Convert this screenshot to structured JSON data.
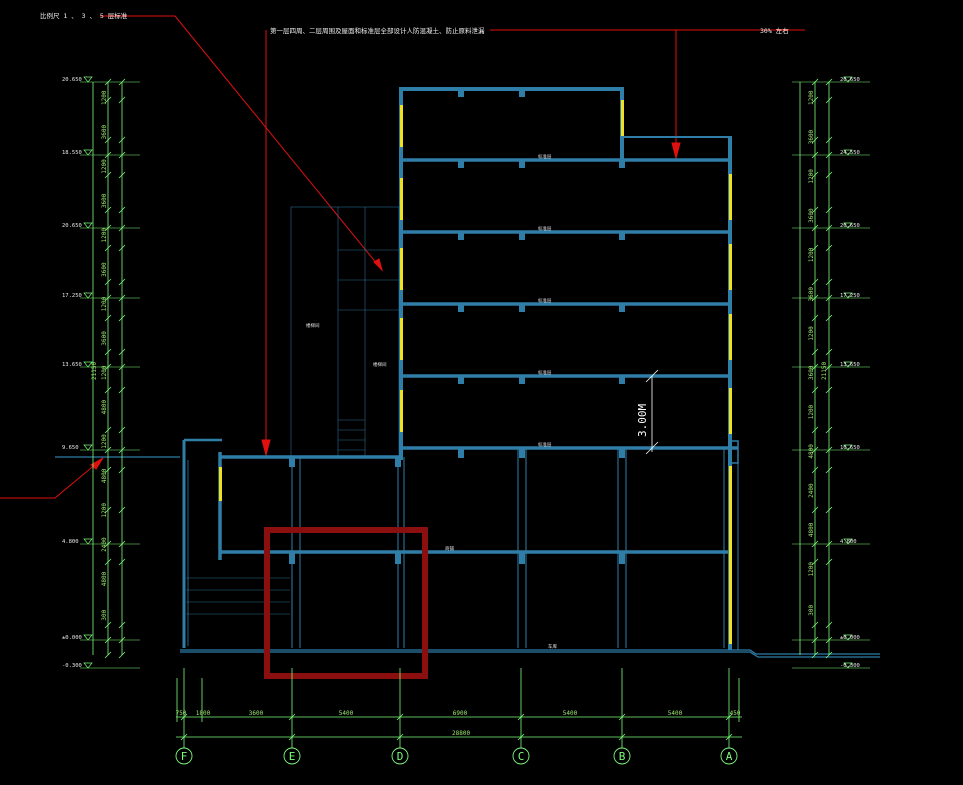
{
  "notes": {
    "top_left": "比例尺 1 、 3 、 5 层标准",
    "top_center": "第一层四周、二层周围及屋面和标准层全部设计人防混凝土、防止原料泄漏",
    "top_right": "30% 左右",
    "dimension": "3.00M"
  },
  "axes": [
    {
      "label": "F"
    },
    {
      "label": "E"
    },
    {
      "label": "D"
    },
    {
      "label": "C"
    },
    {
      "label": "B"
    },
    {
      "label": "A"
    }
  ],
  "span_dims": [
    "750",
    "1800",
    "3600",
    "5400",
    "6900",
    "5400",
    "5400",
    "450"
  ],
  "total_dim": "28800",
  "left_levels": [
    "20.650",
    "18.550",
    "20.650",
    "17.250",
    "13.650",
    "9.650",
    "4.800",
    "±0.000",
    "-0.300"
  ],
  "right_levels": [
    "20.650",
    "24.550",
    "20.650",
    "17.250",
    "13.650",
    "10.650",
    "4.800",
    "±0.000",
    "-0.300"
  ],
  "left_dims": [
    "1200",
    "3600",
    "1200",
    "3600",
    "1200",
    "3600",
    "1200",
    "3600",
    "1200",
    "4800",
    "1200",
    "4800",
    "1200",
    "2400",
    "4800",
    "300"
  ],
  "right_dims": [
    "1200",
    "3600",
    "1200",
    "3600",
    "1200",
    "3600",
    "1200",
    "3600",
    "1200",
    "4800",
    "2400",
    "4800",
    "1200",
    "300"
  ],
  "side_total": "21150",
  "room_labels": [
    "楼梯间",
    "楼梯间",
    "标准层",
    "标准层",
    "标准层",
    "标准层",
    "标准层",
    "商铺",
    "车库"
  ],
  "colors": {
    "wall": "#2f7ea8",
    "grid": "#7CFC7C",
    "red": "#e01010",
    "highlight": "#8b0f0f",
    "window": "#f0e020"
  }
}
